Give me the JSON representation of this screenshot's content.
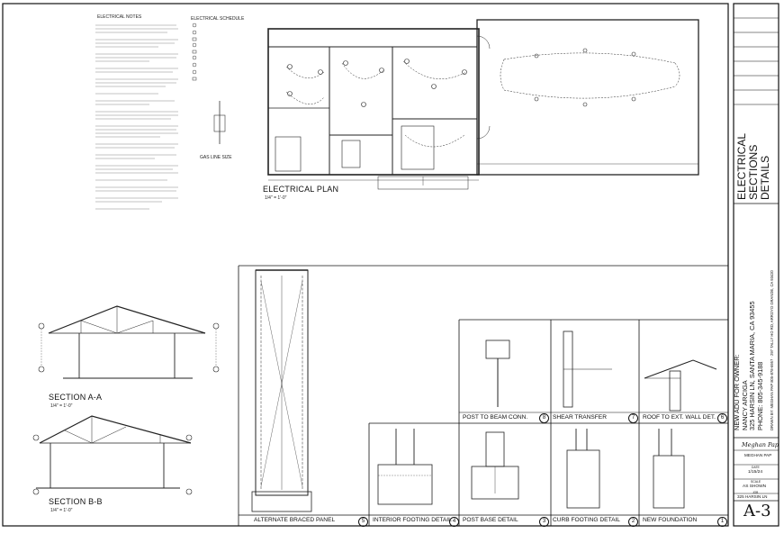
{
  "sheet": {
    "number": "A-3",
    "title_lines": [
      "ELECTRICAL",
      "SECTIONS",
      "DETAILS"
    ]
  },
  "owner": {
    "heading": "NEW ADU FOR OWNER:",
    "name": "NANCY ARCIGA",
    "address": "325 HARSIN LN, SANTA MARIA, CA 93455",
    "phone": "PHONE: 805-345-9188",
    "drawn_by": "DRAWN BY: MEGHAN PAP 805-878-6957 · 297 TALLY HO RD, ARROYO GRANDE, CA 93420"
  },
  "title_block": {
    "signature": "Meghan Pap",
    "drafter": "MEGHAN PAP",
    "date_label": "DATE",
    "date": "1/15/24",
    "scale_label": "SCALE",
    "scale": "AS SHOWN",
    "project_label": "JOB",
    "project": "325 HARSIN LN"
  },
  "plan": {
    "title": "ELECTRICAL PLAN",
    "scale": "1/4\" = 1'-0\"",
    "notes_title": "ELECTRICAL NOTES",
    "schedule_title": "ELECTRICAL SCHEDULE",
    "gas_title": "GAS LINE SIZE"
  },
  "sections": [
    {
      "title": "SECTION A-A",
      "scale": "1/4\" = 1'-0\""
    },
    {
      "title": "SECTION B-B",
      "scale": "1/4\" = 1'-0\""
    }
  ],
  "details": [
    {
      "label": "ALTERNATE BRACED PANEL",
      "num": "5"
    },
    {
      "label": "INTERIOR FOOTING DETAIL",
      "num": "4"
    },
    {
      "label": "POST BASE DETAIL",
      "num": "3"
    },
    {
      "label": "CURB FOOTING DETAIL",
      "num": "2"
    },
    {
      "label": "NEW FOUNDATION",
      "num": "1"
    },
    {
      "label": "POST TO BEAM CONN.",
      "num": "8"
    },
    {
      "label": "SHEAR TRANSFER",
      "num": "7"
    },
    {
      "label": "ROOF TO EXT. WALL DET.",
      "num": "6"
    }
  ]
}
